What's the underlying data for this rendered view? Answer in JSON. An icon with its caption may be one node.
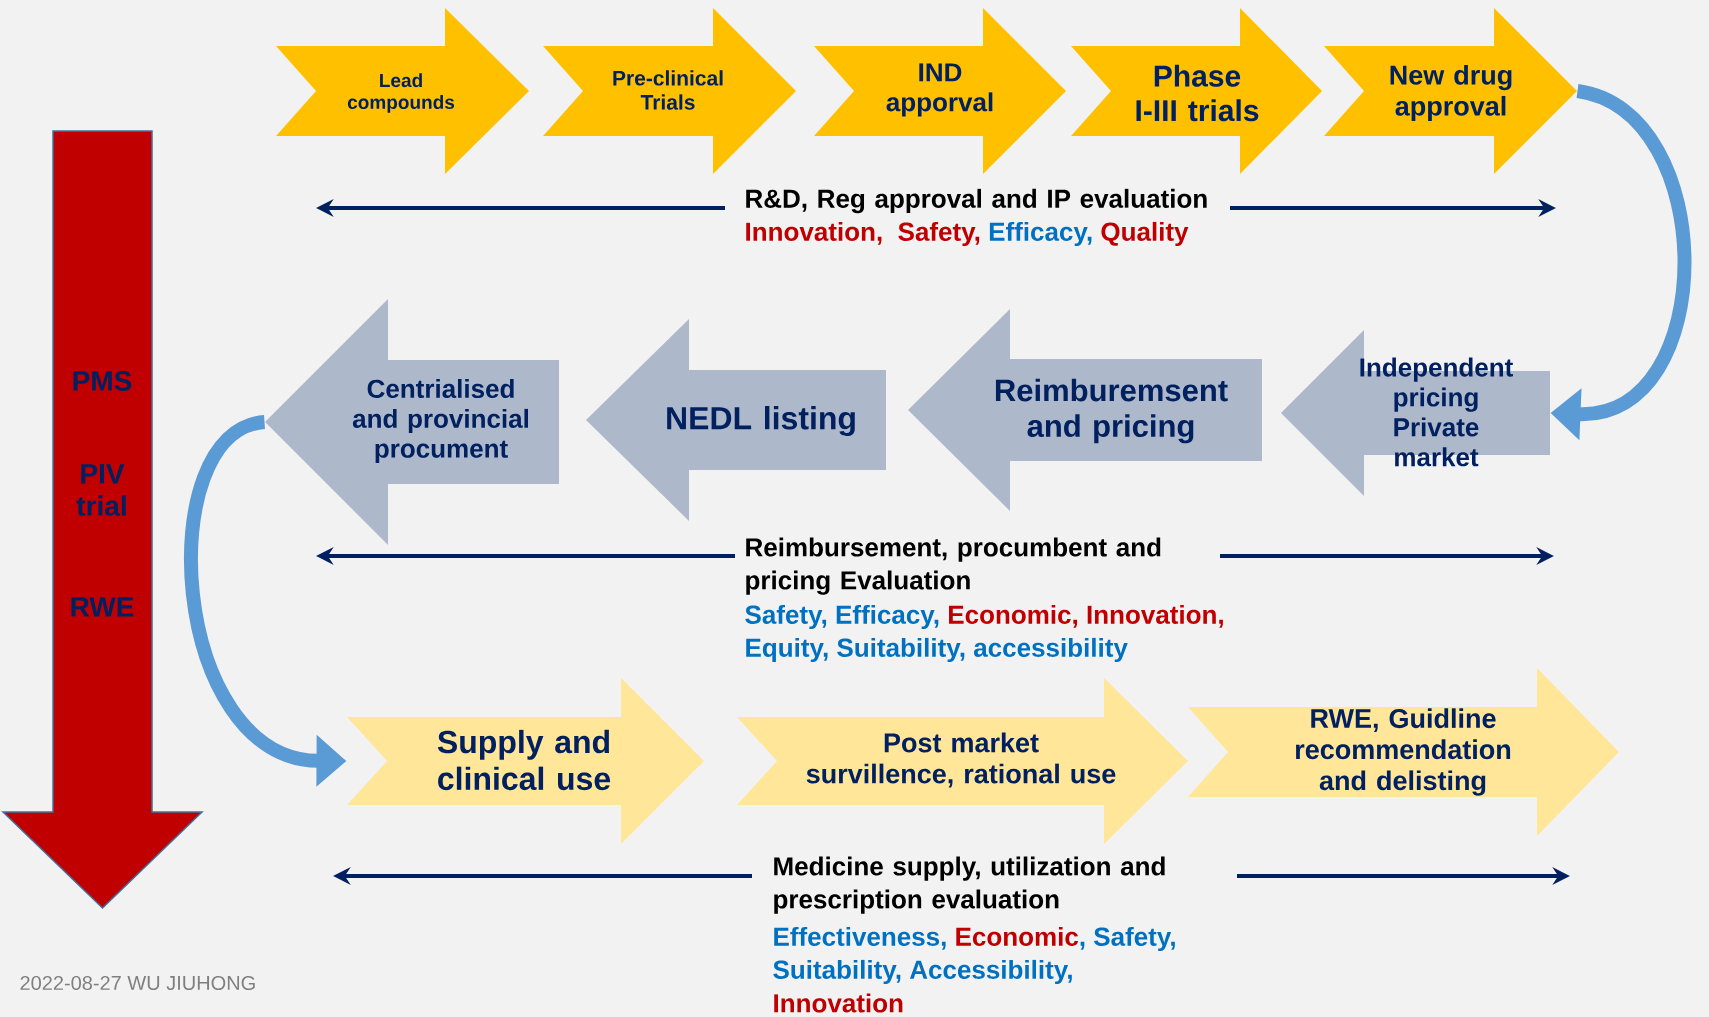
{
  "diagram": {
    "nodes": [
      {
        "text": [
          "Lead compounds"
        ]
      },
      {
        "text": [
          "Pre-clinical Trials"
        ]
      },
      {
        "text": [
          "IND apporval"
        ]
      },
      {
        "text": [
          "Phase I-III trials"
        ]
      },
      {
        "text": [
          "New drug approval"
        ]
      },
      {
        "text": [
          "PMS",
          "PIV trial",
          "RWE"
        ]
      },
      {
        "text": [
          "Centrialised and provincial procument"
        ]
      },
      {
        "text": [
          "NEDL listing"
        ]
      },
      {
        "text": [
          "Reimburemsent and pricing"
        ]
      },
      {
        "text": [
          "Independent pricing Private market"
        ]
      },
      {
        "text": [
          "Supply and clinical use"
        ]
      },
      {
        "text": [
          "Post market survillence, rational use"
        ]
      },
      {
        "text": [
          "RWE, Guidline recommendation and delisting"
        ]
      }
    ],
    "edges": [
      {
        "from": 4,
        "to": 9,
        "arrow": "to"
      },
      {
        "from": 6,
        "to": 10,
        "arrow": "to"
      }
    ],
    "labels": [
      "R&D, Reg approval and IP evaluation",
      "Innovation,",
      "Safety,",
      "Efficacy,",
      "Quality",
      "Reimbursement, procumbent and pricing Evaluation",
      "Safety, Efficacy,",
      "Economic, Innovation,",
      "Equity, Suitability, accessibility",
      "Medicine supply, utilization and prescription evaluation",
      "Effectiveness,",
      "Economic",
      ", Safety,",
      "Suitability, Accessibility,",
      "Innovation",
      "2022-08-27 WU JIUHONG"
    ]
  }
}
